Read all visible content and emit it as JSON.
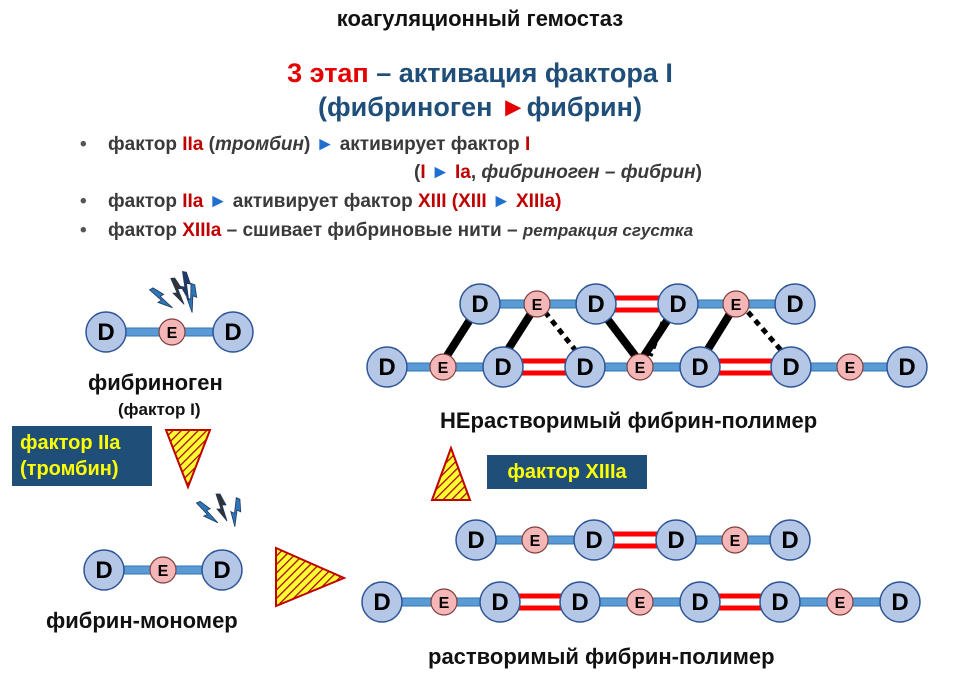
{
  "header": {
    "title": "коагуляционный гемостаз",
    "stage_prefix": "3 этап",
    "stage_text": " – активация фактора I",
    "stage_sub_open": "(фибриноген ",
    "stage_sub_arrow": "►",
    "stage_sub_close": "фибрин)"
  },
  "bullets": [
    {
      "t1": "фактор ",
      "t2": "IIa",
      "t3": " (",
      "t4": "тромбин",
      "t5": ") ",
      "t6": "►",
      "t7": " активирует фактор ",
      "t8": "I"
    },
    {
      "t1": "(",
      "t2": "I",
      "t3": " ► ",
      "t4": "Ia",
      "t5": ", ",
      "t6": "фибриноген",
      "t7": " – ",
      "t8": "фибрин",
      "t9": ")"
    },
    {
      "t1": "фактор ",
      "t2": "IIa",
      "t3": " ► ",
      "t4": "активирует фактор ",
      "t5": "XIII (XIII",
      "t6": " ► ",
      "t7": "XIIIa)"
    },
    {
      "t1": "фактор ",
      "t2": "XIIIa",
      "t3": " – сшивает фибриновые нити – ",
      "t4": "ретракция сгустка"
    }
  ],
  "labels": {
    "fibrinogen": "фибриноген",
    "factor_i": "(фактор I)",
    "monomer": "фибрин-мономер",
    "insoluble": "НЕрастворимый фибрин-полимер",
    "soluble": "растворимый фибрин-полимер"
  },
  "boxes": {
    "factor_iia_line1": "фактор IIa",
    "factor_iia_line2": "(тромбин)",
    "factor_xiiia": "фактор XIIIa"
  },
  "domains": {
    "d": "D",
    "e": "E"
  },
  "colors": {
    "stage_red": "#e60000",
    "stage_blue": "#1f4e79",
    "factor_red": "#c00000",
    "node_d": "#b4c7e7",
    "node_e": "#f4b6b6",
    "rod": "#5b9bd5",
    "crosslink": "#ff0000",
    "box_bg": "#1f4e79",
    "box_text": "#ffff00"
  }
}
